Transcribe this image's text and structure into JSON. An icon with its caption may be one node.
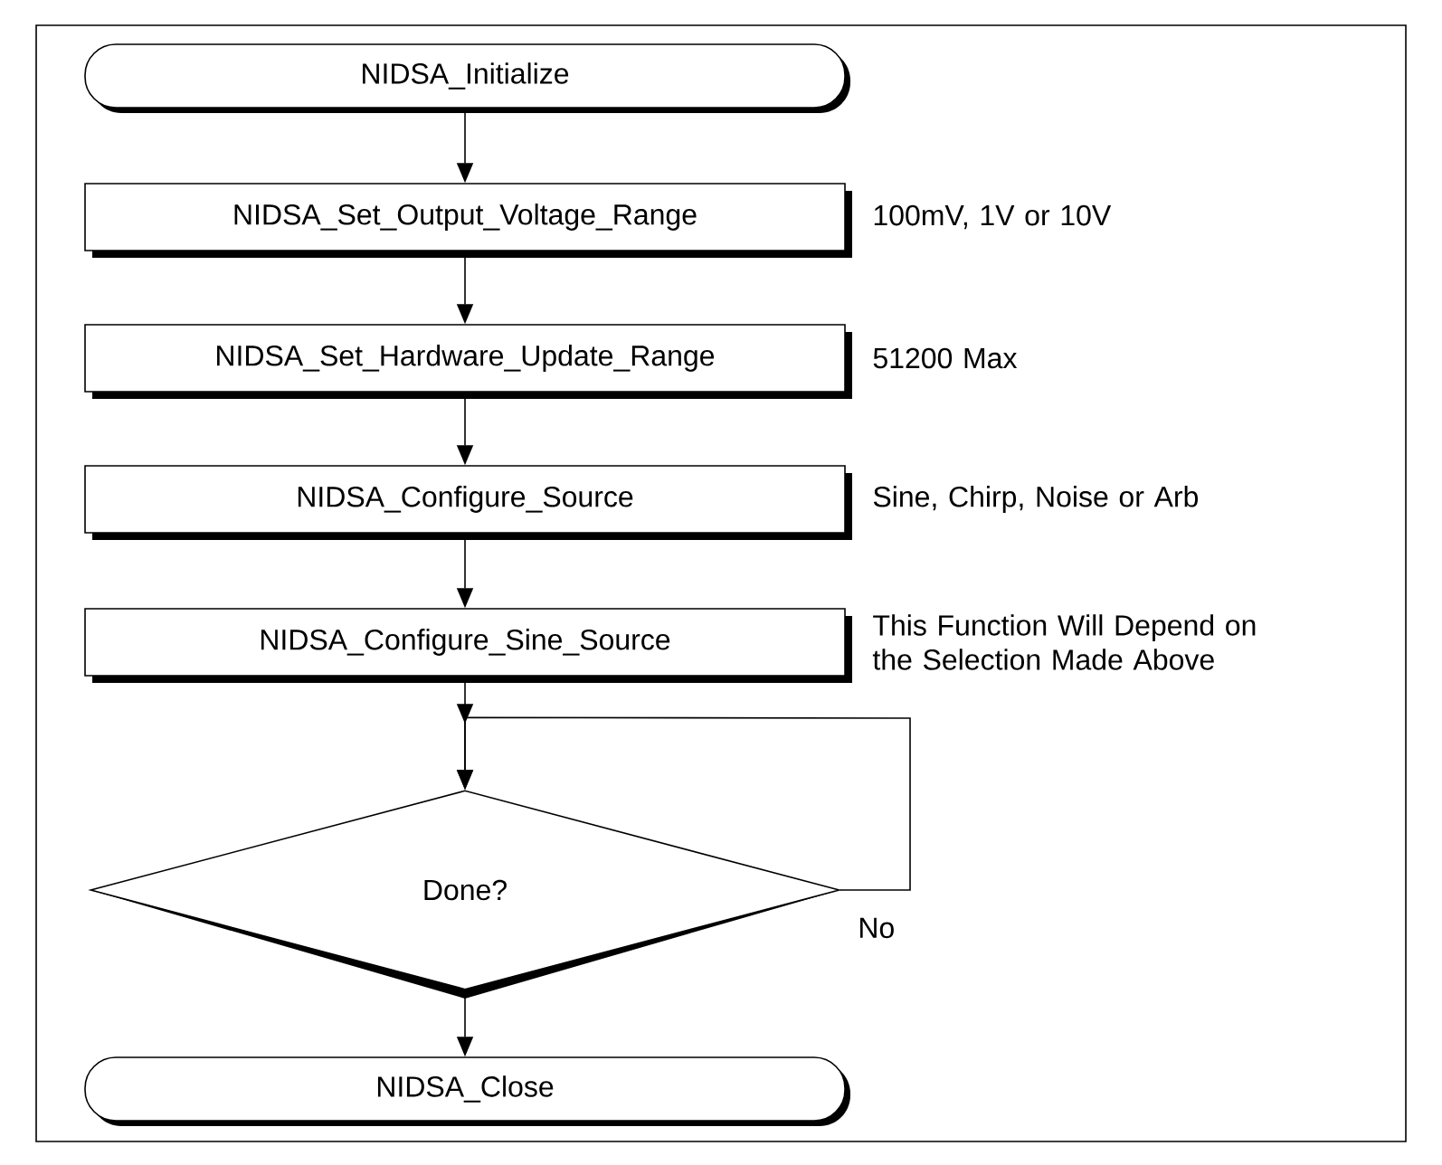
{
  "diagram": {
    "nodes": [
      {
        "text": [
          "NIDSA_Initialize"
        ]
      },
      {
        "text": [
          "NIDSA_Set_Output_Voltage_Range"
        ],
        "beside": [
          "100mV, 1V or 10V"
        ]
      },
      {
        "text": [
          "NIDSA_Set_Hardware_Update_Range"
        ],
        "beside": [
          "51200 Max"
        ]
      },
      {
        "text": [
          "NIDSA_Configure_Source"
        ],
        "beside": [
          "Sine, Chirp, Noise or Arb"
        ]
      },
      {
        "text": [
          "NIDSA_Configure_Sine_Source"
        ],
        "beside": [
          "This Function Will Depend on the Selection Made Above"
        ]
      },
      {
        "text": [
          "Done?"
        ]
      },
      {
        "text": [
          "NIDSA_Close"
        ]
      }
    ],
    "edges": [
      {
        "from": 0,
        "to": 1,
        "arrow": "to"
      },
      {
        "from": 1,
        "to": 2,
        "arrow": "to"
      },
      {
        "from": 2,
        "to": 3,
        "arrow": "to"
      },
      {
        "from": 3,
        "to": 4,
        "arrow": "to"
      },
      {
        "from": 4,
        "to": 5,
        "arrow": "to"
      },
      {
        "from": 5,
        "to": 6,
        "arrow": "to"
      },
      {
        "from": 5,
        "to": 5,
        "label": "No",
        "arrow": "to"
      }
    ]
  }
}
